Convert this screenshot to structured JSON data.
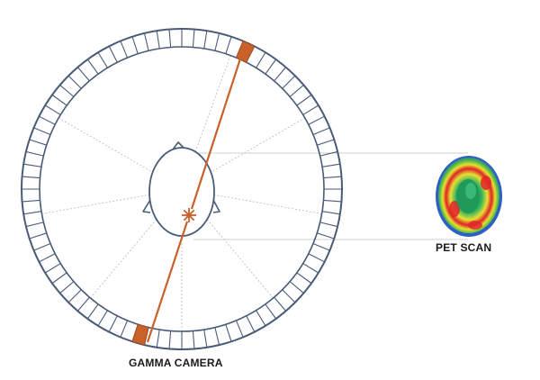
{
  "labels": {
    "gamma_camera": "GAMMA CAMERA",
    "pet_scan": "PET SCAN"
  },
  "colors": {
    "ring_stroke": "#4a5b78",
    "beam": "#c8612a",
    "detector_active": "#c8612a",
    "guide_lines": "#d2d2d2",
    "spokes": "#b9bec8",
    "scan_outer": "#2e5fc4",
    "scan_mid": "#e8e030",
    "scan_hot": "#e0242a",
    "scan_core": "#1f9a58"
  },
  "icons": {
    "annihilation": "starburst-icon",
    "head": "head-outline-icon"
  },
  "detector_segments": 80
}
